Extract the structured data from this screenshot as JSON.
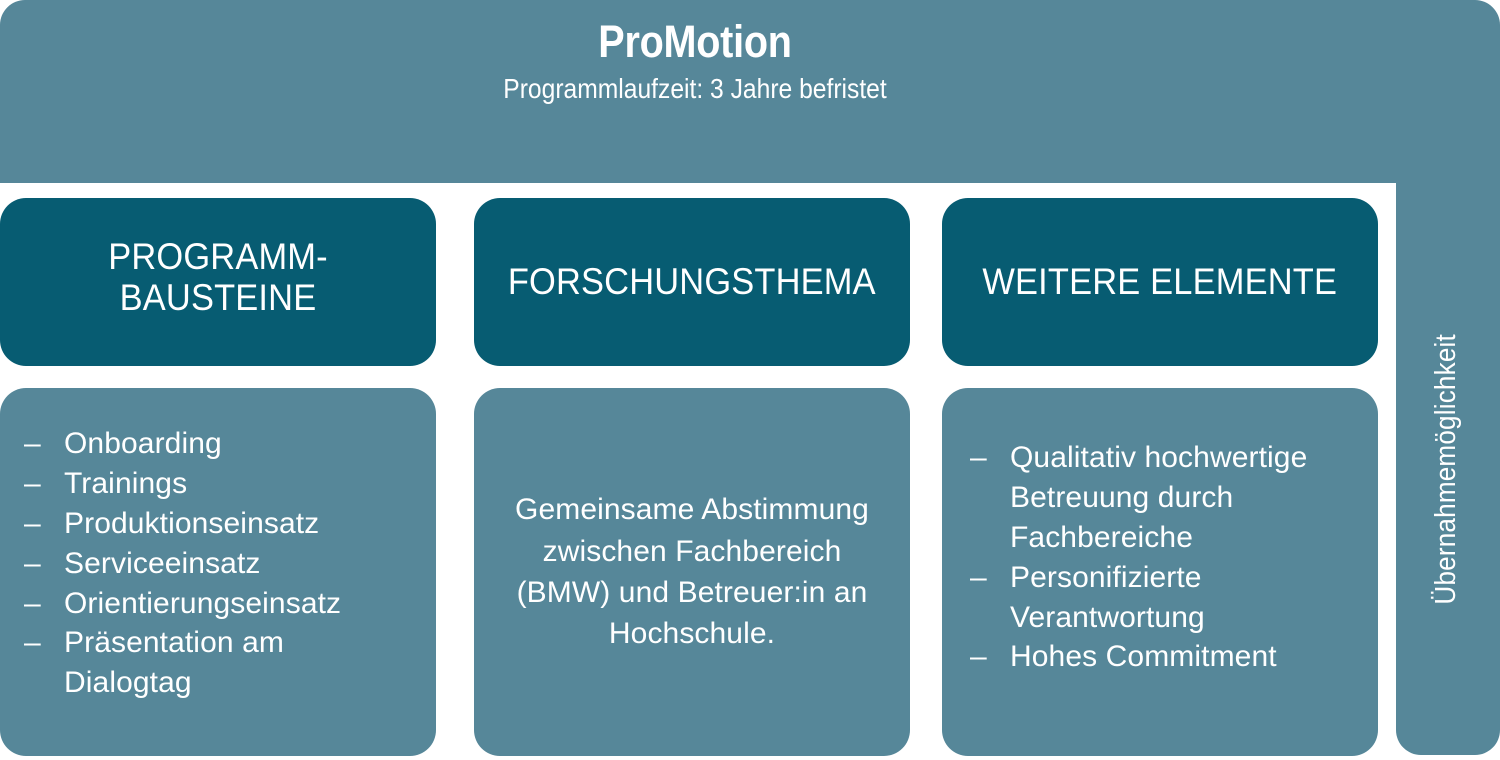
{
  "header": {
    "title": "ProMotion",
    "subtitle": "Programmlaufzeit: 3 Jahre befristet"
  },
  "side_label": {
    "text": "Übernahmemöglichkeit"
  },
  "columns": [
    {
      "id": "programm-bausteine",
      "caption": "PROGRAMM-BAUSTEINE",
      "kind": "list",
      "items": [
        "Onboarding",
        "Trainings",
        "Produktionseinsatz",
        "Serviceeinsatz",
        "Orientierungseinsatz",
        "Präsentation am Dialogtag"
      ]
    },
    {
      "id": "forschungsthema",
      "caption": "FORSCHUNGSTHEMA",
      "kind": "paragraph",
      "paragraph": "Gemeinsame Abstimmung zwischen Fachbereich (BMW) und Betreuer:in an Hochschule."
    },
    {
      "id": "weitere-elemente",
      "caption": "WEITERE ELEMENTE",
      "kind": "list",
      "items": [
        "Qualitativ hochwertige Betreuung durch Fachbereiche",
        "Personifizierte Verantwortung",
        "Hohes Commitment"
      ]
    }
  ],
  "bullet_marker": "–",
  "colors": {
    "light_teal": "#568799",
    "dark_teal": "#075C72",
    "text": "#ffffff",
    "background": "#ffffff"
  }
}
